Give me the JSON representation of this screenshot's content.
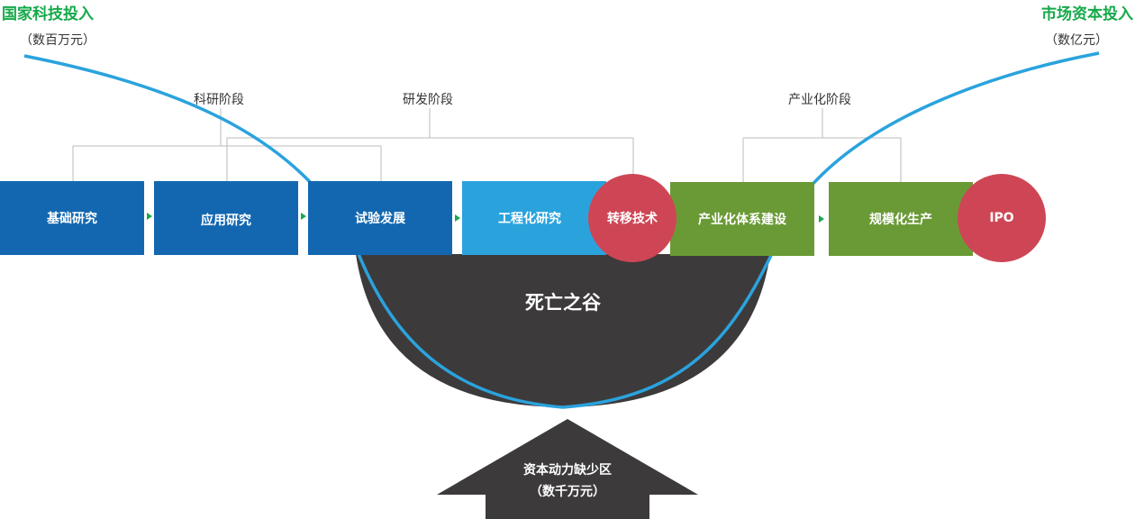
{
  "left_axis": {
    "title": "国家科技投入",
    "unit": "（数百万元）"
  },
  "right_axis": {
    "title": "市场资本投入",
    "unit": "（数亿元）"
  },
  "phases": {
    "research": "科研阶段",
    "development": "研发阶段",
    "industrialization": "产业化阶段"
  },
  "stages": [
    {
      "label": "基础研究",
      "color": "#1367b0"
    },
    {
      "label": "应用研究",
      "color": "#1367b0"
    },
    {
      "label": "试验发展",
      "color": "#1367b0"
    },
    {
      "label": "工程化研究",
      "color": "#2aa3dd"
    },
    {
      "label": "产业化体系建设",
      "color": "#6a9a35"
    },
    {
      "label": "规模化生产",
      "color": "#6a9a35"
    }
  ],
  "milestones": {
    "transfer": "转移技术",
    "ipo": "IPO"
  },
  "valley": {
    "label": "死亡之谷",
    "color": "#3d3a3b"
  },
  "bottom_arrow": {
    "line1": "资本动力缺少区",
    "line2": "（数千万元）"
  },
  "colors": {
    "curve": "#2aa3dd",
    "step_arrow": "#16a94a",
    "bracket": "#bbbbbb",
    "milestone": "#ce4655"
  }
}
